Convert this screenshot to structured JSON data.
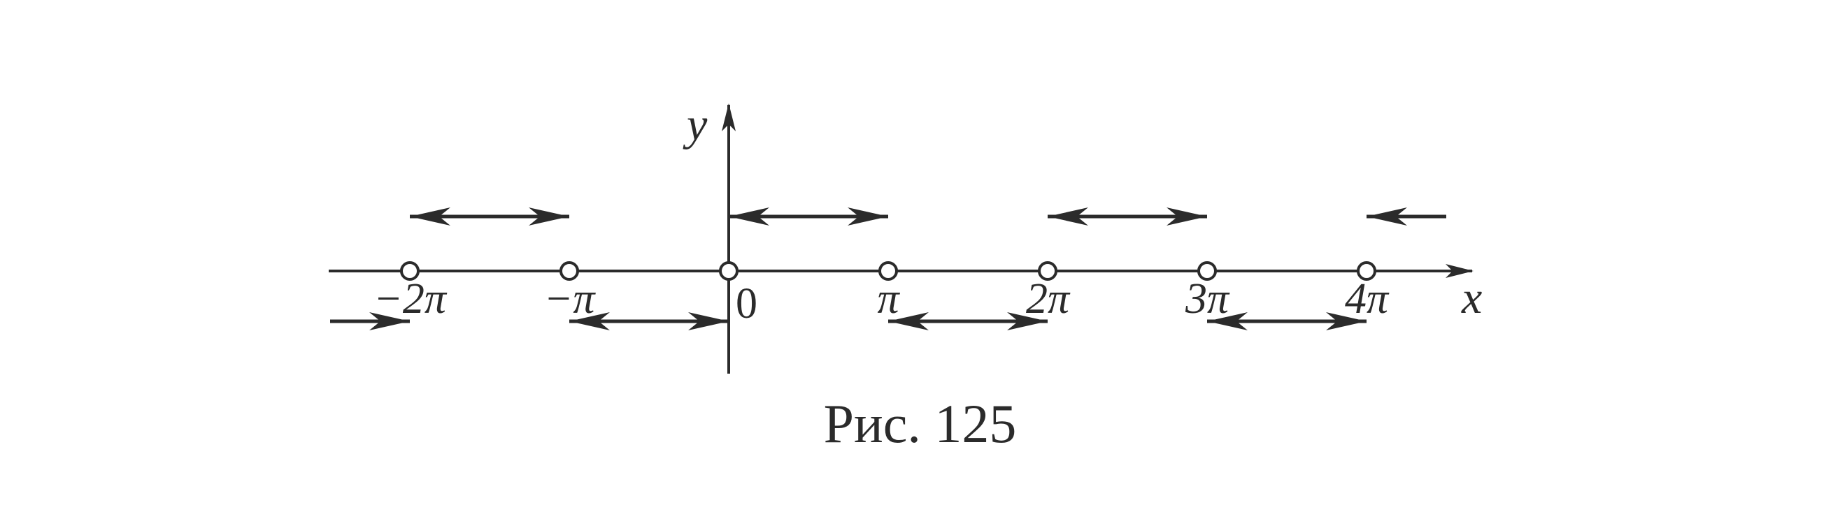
{
  "diagram": {
    "axes": {
      "x_label": "x",
      "y_label": "y"
    },
    "origin_label": "0",
    "points": [
      {
        "label": "−2π",
        "value": -2
      },
      {
        "label": "−π",
        "value": -1
      },
      {
        "label": "",
        "value": 0
      },
      {
        "label": "π",
        "value": 1
      },
      {
        "label": "2π",
        "value": 2
      },
      {
        "label": "3π",
        "value": 3
      },
      {
        "label": "4π",
        "value": 4
      }
    ],
    "arrows": [
      {
        "level": "below",
        "from": -2.5,
        "to": -2,
        "heads": "end"
      },
      {
        "level": "above",
        "from": -2,
        "to": -1,
        "heads": "both"
      },
      {
        "level": "below",
        "from": -1,
        "to": 0,
        "heads": "both"
      },
      {
        "level": "above",
        "from": 0,
        "to": 1,
        "heads": "both"
      },
      {
        "level": "below",
        "from": 1,
        "to": 2,
        "heads": "both"
      },
      {
        "level": "above",
        "from": 2,
        "to": 3,
        "heads": "both"
      },
      {
        "level": "below",
        "from": 3,
        "to": 4,
        "heads": "both"
      },
      {
        "level": "above",
        "from": 4,
        "to": 4.5,
        "heads": "start"
      }
    ],
    "color": "#2b2b2b"
  },
  "caption": "Рис. 125"
}
